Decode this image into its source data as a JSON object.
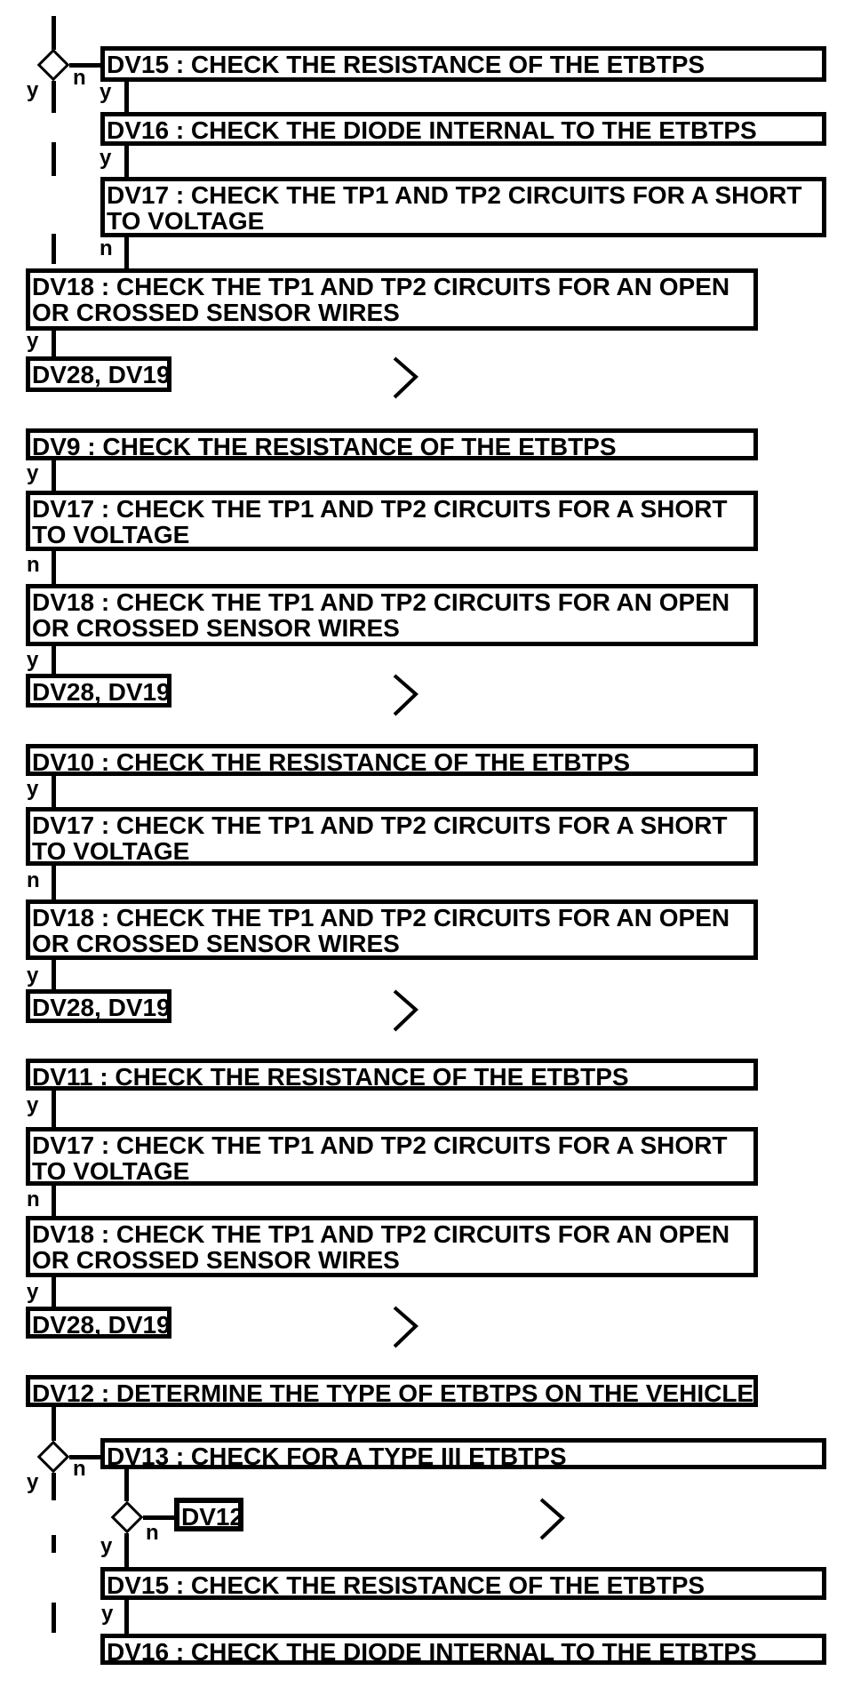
{
  "labels": {
    "yes": "y",
    "no": "n"
  },
  "colors": {
    "line": "#000000",
    "background": "#ffffff",
    "box_border": "#000000",
    "box_fill": "#ffffff"
  },
  "icons": {
    "offpage_connector": "chevron-right-icon"
  },
  "flowchart": {
    "sections": [
      {
        "name": "branch-dv15",
        "nodes": {
          "dv15": {
            "lines": [
              "DV15 : CHECK THE RESISTANCE OF THE ETBTPS"
            ]
          },
          "dv16": {
            "lines": [
              "DV16 : CHECK THE DIODE INTERNAL TO THE ETBTPS"
            ]
          },
          "dv17": {
            "lines": [
              "DV17 : CHECK THE TP1 AND TP2 CIRCUITS FOR A SHORT",
              "TO VOLTAGE"
            ]
          },
          "dv18": {
            "lines": [
              "DV18 : CHECK THE TP1 AND TP2 CIRCUITS FOR AN OPEN",
              "OR CROSSED SENSOR WIRES"
            ]
          },
          "dv28": {
            "lines": [
              "DV28, DV19"
            ]
          }
        }
      },
      {
        "name": "branch-dv9",
        "nodes": {
          "dv9": {
            "lines": [
              "DV9 : CHECK THE RESISTANCE OF THE ETBTPS"
            ]
          },
          "dv17": {
            "lines": [
              "DV17 : CHECK THE TP1 AND TP2 CIRCUITS FOR A SHORT",
              "TO VOLTAGE"
            ]
          },
          "dv18": {
            "lines": [
              "DV18 : CHECK THE TP1 AND TP2 CIRCUITS FOR AN OPEN",
              "OR CROSSED SENSOR WIRES"
            ]
          },
          "dv28": {
            "lines": [
              "DV28, DV19"
            ]
          }
        }
      },
      {
        "name": "branch-dv10",
        "nodes": {
          "dv10": {
            "lines": [
              "DV10 : CHECK THE RESISTANCE OF THE ETBTPS"
            ]
          },
          "dv17": {
            "lines": [
              "DV17 : CHECK THE TP1 AND TP2 CIRCUITS FOR A SHORT",
              "TO VOLTAGE"
            ]
          },
          "dv18": {
            "lines": [
              "DV18 : CHECK THE TP1 AND TP2 CIRCUITS FOR AN OPEN",
              "OR CROSSED SENSOR WIRES"
            ]
          },
          "dv28": {
            "lines": [
              "DV28, DV19"
            ]
          }
        }
      },
      {
        "name": "branch-dv11",
        "nodes": {
          "dv11": {
            "lines": [
              "DV11 : CHECK THE RESISTANCE OF THE ETBTPS"
            ]
          },
          "dv17": {
            "lines": [
              "DV17 : CHECK THE TP1 AND TP2 CIRCUITS FOR A SHORT",
              "TO VOLTAGE"
            ]
          },
          "dv18": {
            "lines": [
              "DV18 : CHECK THE TP1 AND TP2 CIRCUITS FOR AN OPEN",
              "OR CROSSED SENSOR WIRES"
            ]
          },
          "dv28": {
            "lines": [
              "DV28, DV19"
            ]
          }
        }
      },
      {
        "name": "branch-dv12",
        "nodes": {
          "dv12": {
            "lines": [
              "DV12 : DETERMINE THE TYPE OF ETBTPS ON THE VEHICLE"
            ]
          },
          "dv13": {
            "lines": [
              "DV13 : CHECK FOR A TYPE III ETBTPS"
            ]
          },
          "dv12_ref": {
            "lines": [
              "DV12"
            ]
          },
          "dv15": {
            "lines": [
              "DV15 : CHECK THE RESISTANCE OF THE ETBTPS"
            ]
          },
          "dv16": {
            "lines": [
              "DV16 : CHECK THE DIODE INTERNAL TO THE ETBTPS"
            ]
          }
        }
      }
    ]
  }
}
